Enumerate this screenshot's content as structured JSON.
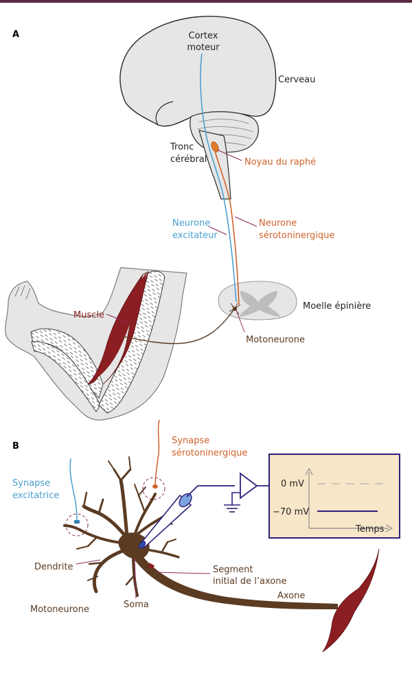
{
  "colors": {
    "top_bar": "#5a2a45",
    "excitatory": "#4a9fd0",
    "serotonergic": "#d0622a",
    "neuron_brown": "#5b3b22",
    "muscle": "#8b1e22",
    "leader_line": "#8a2a55",
    "recording_frame": "#2e1f7a",
    "recording_bg": "#f8e6c8",
    "gray_fill": "#e6e6e6",
    "outline": "#2a2a2a"
  },
  "panel_a": {
    "letter": "A",
    "cortex_line1": "Cortex",
    "cortex_line2": "moteur",
    "brain": "Cerveau",
    "brainstem_line1": "Tronc",
    "brainstem_line2": "cérébral",
    "raphe": "Noyau du raphé",
    "excit_neuron_line1": "Neurone",
    "excit_neuron_line2": "excitateur",
    "sero_neuron_line1": "Neurone",
    "sero_neuron_line2": "sérotoninergique",
    "muscle": "Muscle",
    "spinal_cord": "Moelle épinière",
    "motoneuron": "Motoneurone"
  },
  "panel_b": {
    "letter": "B",
    "sero_synapse_line1": "Synapse",
    "sero_synapse_line2": "sérotoninergique",
    "excit_synapse_line1": "Synapse",
    "excit_synapse_line2": "excitatrice",
    "dendrite": "Dendrite",
    "soma": "Soma",
    "motoneuron": "Motoneurone",
    "segment_line1": "Segment",
    "segment_line2": "initial de l’axone",
    "axon": "Axone",
    "recording": {
      "zero_label": "0 mV",
      "rest_label": "−70 mV",
      "time_label": "Temps"
    }
  }
}
